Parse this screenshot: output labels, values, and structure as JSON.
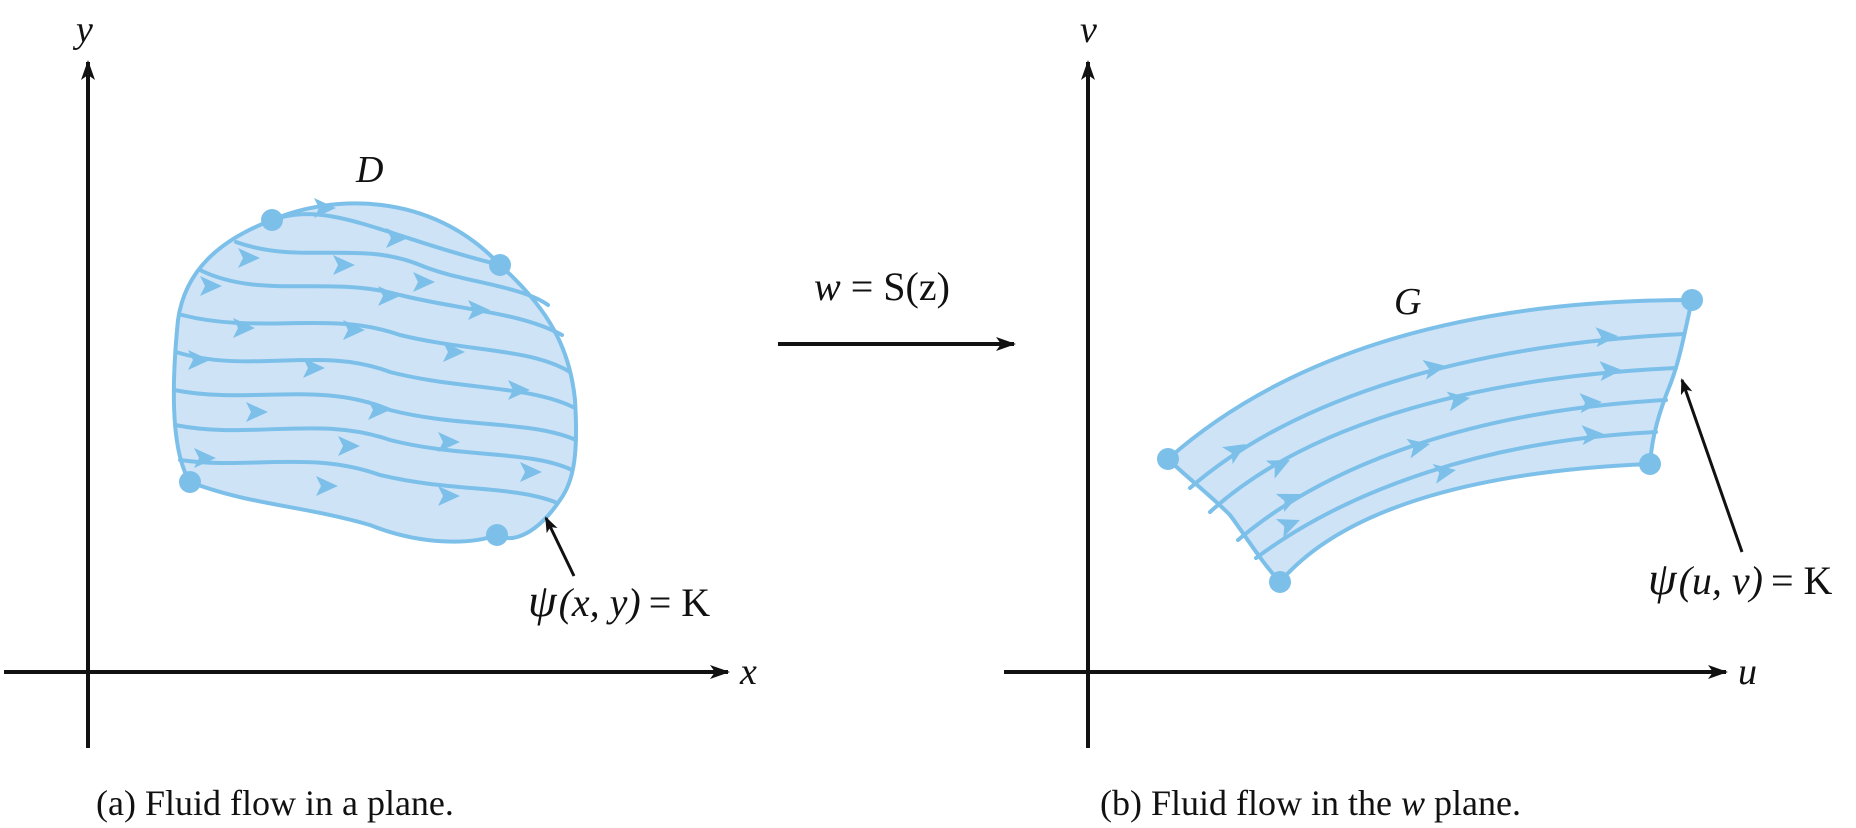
{
  "panel_a": {
    "y_axis_label": "y",
    "x_axis_label": "x",
    "region_label": "D",
    "boundary_label": {
      "psi": "ψ",
      "args": "(x, y)",
      "equals_k": "= K"
    },
    "caption": "(a) Fluid flow in a plane."
  },
  "mapping": {
    "w": "w",
    "rhs": "= S(z)"
  },
  "panel_b": {
    "v_axis_label": "v",
    "u_axis_label": "u",
    "region_label": "G",
    "boundary_label": {
      "psi": "ψ",
      "args": "(u, v)",
      "equals_k": "= K"
    },
    "caption_prefix": "(b) Fluid flow in the",
    "caption_w": "w",
    "caption_suffix": "plane."
  },
  "colors": {
    "fill": "#cfe3f7",
    "stroke": "#7cc0ea",
    "ink": "#111111"
  }
}
